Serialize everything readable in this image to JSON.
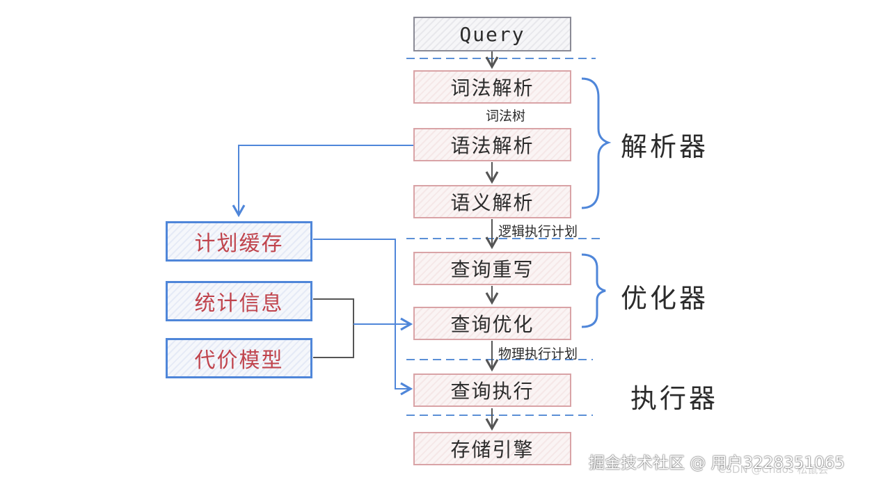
{
  "boxes": {
    "query": "Query",
    "lexical": "词法解析",
    "syntax": "语法解析",
    "semantic": "语义解析",
    "rewrite": "查询重写",
    "optimize": "查询优化",
    "execute": "查询执行",
    "storage": "存储引擎",
    "plan_cache": "计划缓存",
    "statistics": "统计信息",
    "cost_model": "代价模型"
  },
  "edge_labels": {
    "lexical_tree": "词法树",
    "logical_plan": "逻辑执行计划",
    "physical_plan": "物理执行计划"
  },
  "groups": {
    "parser": "解析器",
    "optimizer": "优化器",
    "executor": "执行器"
  },
  "watermark": {
    "main": "掘金技术社区 @ 用户3228351065",
    "secondary": "CSDN @Chaos 松鼠会"
  },
  "colors": {
    "arrow_gray": "#555555",
    "arrow_blue": "#4f86d9",
    "dash_blue": "#5b8fd6",
    "red_text": "#c0444d"
  }
}
